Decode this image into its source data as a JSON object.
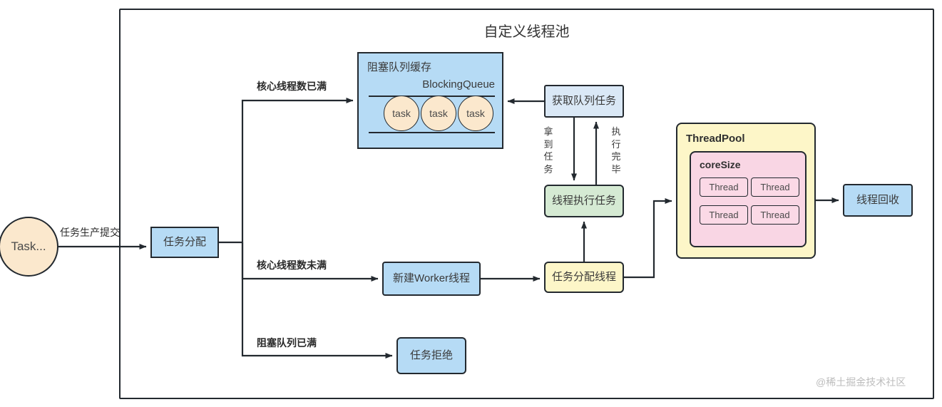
{
  "diagram": {
    "title": "自定义线程池",
    "watermark": "@稀土掘金技术社区"
  },
  "source": {
    "label": "Task...",
    "edge_label": "任务生产提交"
  },
  "dispatcher": {
    "label": "任务分配"
  },
  "branches": [
    {
      "label": "核心线程数已满"
    },
    {
      "label": "核心线程数未满"
    },
    {
      "label": "阻塞队列已满"
    }
  ],
  "queue": {
    "title": "阻塞队列缓存",
    "subtitle": "BlockingQueue",
    "tasks": [
      {
        "label": "task"
      },
      {
        "label": "task"
      },
      {
        "label": "task"
      }
    ]
  },
  "nodes": {
    "get_queue_task": "获取队列任务",
    "thread_execute": "线程执行任务",
    "task_dispatch_thread": "任务分配线程",
    "new_worker": "新建Worker线程",
    "reject": "任务拒绝",
    "recycle": "线程回收"
  },
  "vertical_labels": {
    "got_task": "拿到任务",
    "finished": "执行完毕"
  },
  "pool": {
    "label": "ThreadPool",
    "core": {
      "label": "coreSize",
      "threads": [
        {
          "label": "Thread"
        },
        {
          "label": "Thread"
        },
        {
          "label": "Thread"
        },
        {
          "label": "Thread"
        }
      ]
    }
  },
  "colors": {
    "blue": "#b6dbf5",
    "blue_pale": "#dae8f6",
    "green": "#d5ead3",
    "yellow": "#fdf6c8",
    "pink": "#f9d6e4",
    "tan": "#fbe8cd",
    "stroke": "#23292f"
  }
}
